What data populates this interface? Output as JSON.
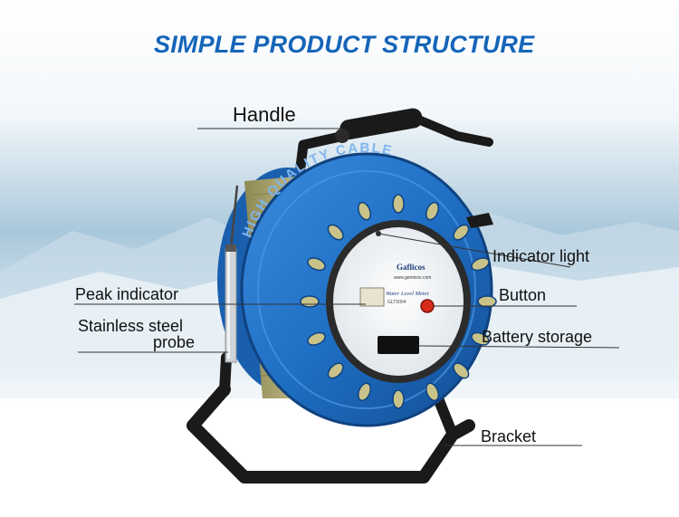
{
  "title": "SIMPLE PRODUCT STRUCTURE",
  "colors": {
    "title": "#1565b8",
    "reel_blue": "#1f6fc4",
    "reel_blue_dark": "#14509a",
    "cable": "#b8b27a",
    "bracket": "#1a1a1a",
    "sky_top": "#e9f1f6",
    "sky_mid": "#9fc1d6",
    "ground": "#ffffff"
  },
  "labels": {
    "handle": "Handle",
    "indicator_light": "Indicator light",
    "peak_indicator": "Peak indicator",
    "button": "Button",
    "probe_line1": "Stainless steel",
    "probe_line2": "probe",
    "battery_storage": "Battery storage",
    "bracket": "Bracket"
  },
  "reel_text": {
    "rim_text": "HIGH QUALITY CABLE",
    "brand": "Gaflicos",
    "website": "www.gemicos.com",
    "panel_title": "Water Level Meter",
    "model": "GLT5004"
  },
  "icons": {
    "handle": "handle-icon",
    "probe": "probe-icon",
    "reel": "cable-reel-icon",
    "bracket": "bracket-icon"
  }
}
